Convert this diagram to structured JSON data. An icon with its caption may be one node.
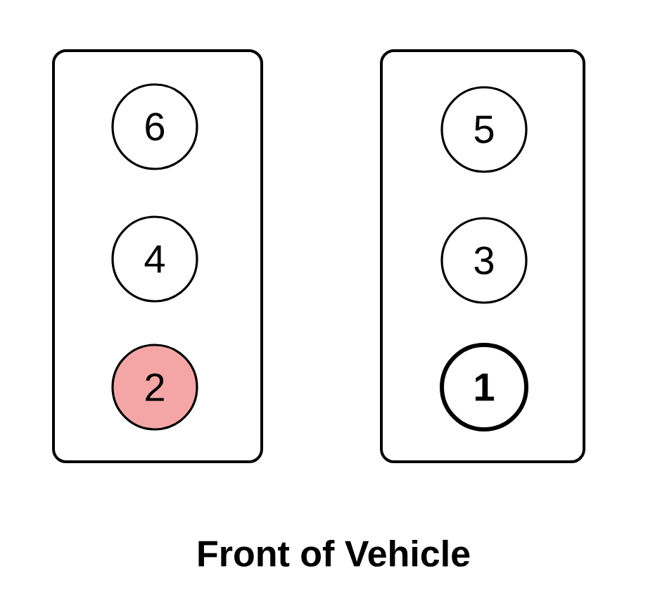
{
  "diagram": {
    "nodes": [
      {
        "text": [],
        "shape": "box"
      },
      {
        "text": [
          "6"
        ],
        "in": 0
      },
      {
        "text": [
          "4"
        ],
        "in": 0
      },
      {
        "text": [
          "2"
        ],
        "in": 0
      },
      {
        "text": [],
        "shape": "box"
      },
      {
        "text": [
          "5"
        ],
        "in": 4
      },
      {
        "text": [
          "3"
        ],
        "in": 4
      },
      {
        "text": [
          "1"
        ],
        "in": 4
      }
    ],
    "labels": [
      "Front of Vehicle"
    ]
  }
}
